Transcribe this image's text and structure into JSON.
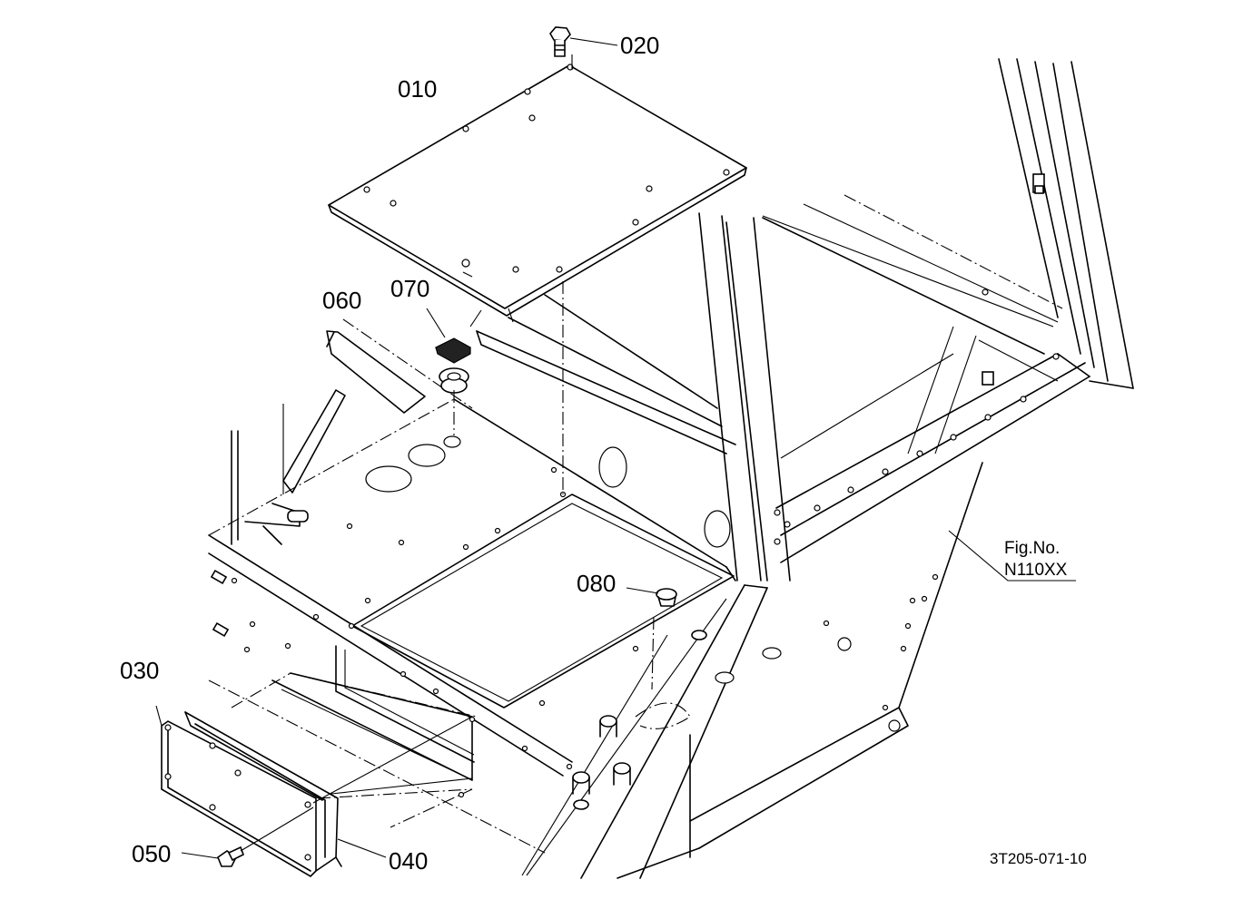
{
  "callouts": {
    "p010": "010",
    "p020": "020",
    "p030": "030",
    "p040": "040",
    "p050": "050",
    "p060": "060",
    "p070": "070",
    "p080": "080"
  },
  "figure": {
    "label": "Fig.No.",
    "number": "N110XX"
  },
  "drawing_code": "3T205-071-10"
}
